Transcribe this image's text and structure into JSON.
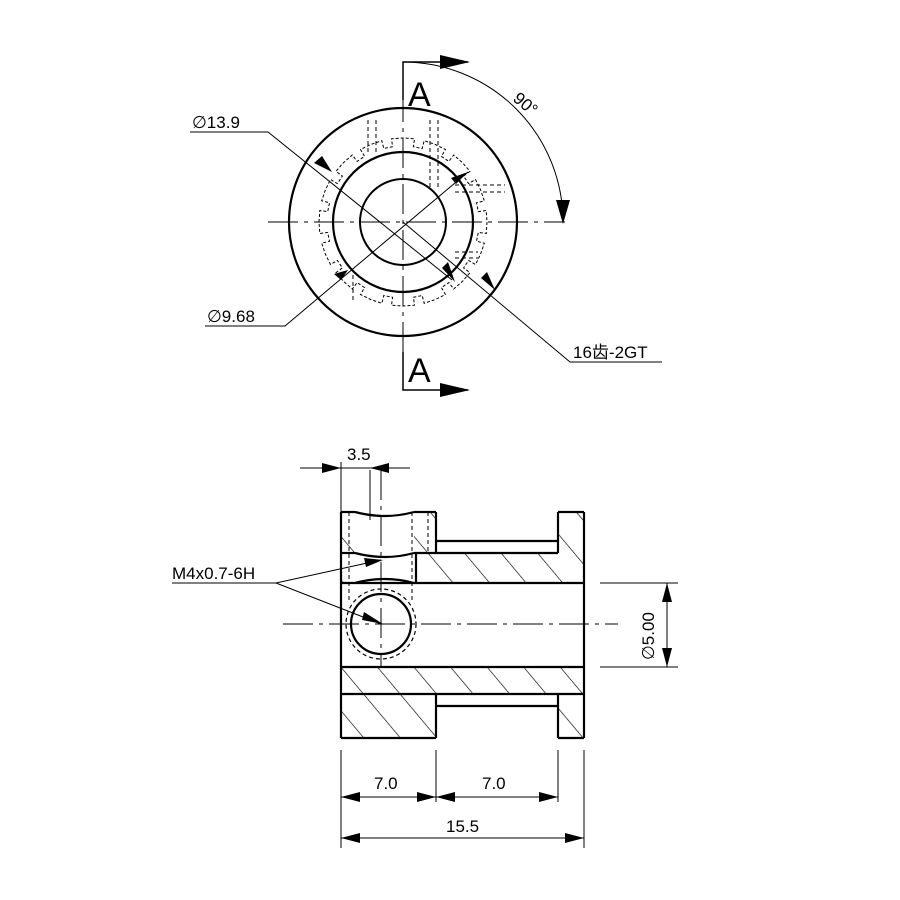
{
  "front_view": {
    "section_mark_top": "A",
    "section_mark_bottom": "A",
    "angle_label": "90°",
    "outer_diameter_label": "∅13.9",
    "inner_diameter_label": "∅9.68",
    "teeth_label": "16齿-2GT"
  },
  "side_view": {
    "flange_width_label": "3.5",
    "thread_label": "M4x0.7-6H",
    "bore_label": "∅5.00",
    "hub_length_label": "7.0",
    "teeth_length_label": "7.0",
    "total_length_label": "15.5"
  }
}
